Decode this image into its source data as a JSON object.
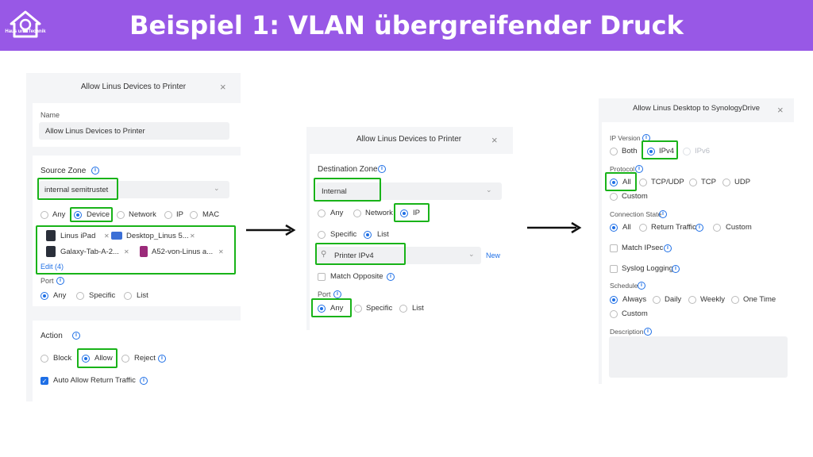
{
  "banner": {
    "title": "Beispiel 1: VLAN übergreifender Druck",
    "logo_text": "Haus und Technik",
    "logo_icon": "house-bulb-icon",
    "color": "#9858e6"
  },
  "panel1": {
    "title": "Allow Linus Devices to Printer",
    "name_label": "Name",
    "name_value": "Allow Linus Devices to Printer",
    "source_zone_label": "Source Zone",
    "source_zone_value": "internal semitrustet",
    "source_types": [
      "Any",
      "Device",
      "Network",
      "IP",
      "MAC"
    ],
    "source_selected": "Device",
    "devices": [
      "Linus iPad",
      "Desktop_Linus 5...",
      "Galaxy-Tab-A-2...",
      "A52-von-Linus a..."
    ],
    "edit_link": "Edit (4)",
    "port_label": "Port",
    "port_options": [
      "Any",
      "Specific",
      "List"
    ],
    "port_selected": "Any",
    "action_label": "Action",
    "action_options": [
      "Block",
      "Allow",
      "Reject"
    ],
    "action_selected": "Allow",
    "auto_allow_label": "Auto Allow Return Traffic",
    "auto_allow_checked": true
  },
  "panel2": {
    "title": "Allow Linus Devices to Printer",
    "dest_zone_label": "Destination Zone",
    "dest_zone_value": "Internal",
    "dest_types": [
      "Any",
      "Network",
      "IP"
    ],
    "dest_selected": "IP",
    "ip_modes": [
      "Specific",
      "List"
    ],
    "ip_mode_selected": "List",
    "list_value": "Printer IPv4",
    "new_link": "New",
    "match_opposite_label": "Match Opposite",
    "port_label": "Port",
    "port_options": [
      "Any",
      "Specific",
      "List"
    ],
    "port_selected": "Any"
  },
  "panel3": {
    "title": "Allow Linus Desktop to SynologyDrive",
    "ip_version_label": "IP Version",
    "ip_versions": [
      "Both",
      "IPv4",
      "IPv6"
    ],
    "ip_version_selected": "IPv4",
    "protocol_label": "Protocol",
    "protocols": [
      "All",
      "TCP/UDP",
      "TCP",
      "UDP",
      "Custom"
    ],
    "protocol_selected": "All",
    "connection_state_label": "Connection State",
    "connection_states": [
      "All",
      "Return Traffic",
      "Custom"
    ],
    "connection_state_selected": "All",
    "match_ipsec_label": "Match IPsec",
    "syslog_label": "Syslog Logging",
    "schedule_label": "Schedule",
    "schedules": [
      "Always",
      "Daily",
      "Weekly",
      "One Time",
      "Custom"
    ],
    "schedule_selected": "Always",
    "description_label": "Description"
  },
  "colors": {
    "highlight": "#19b319",
    "accent": "#1e6fe6"
  }
}
